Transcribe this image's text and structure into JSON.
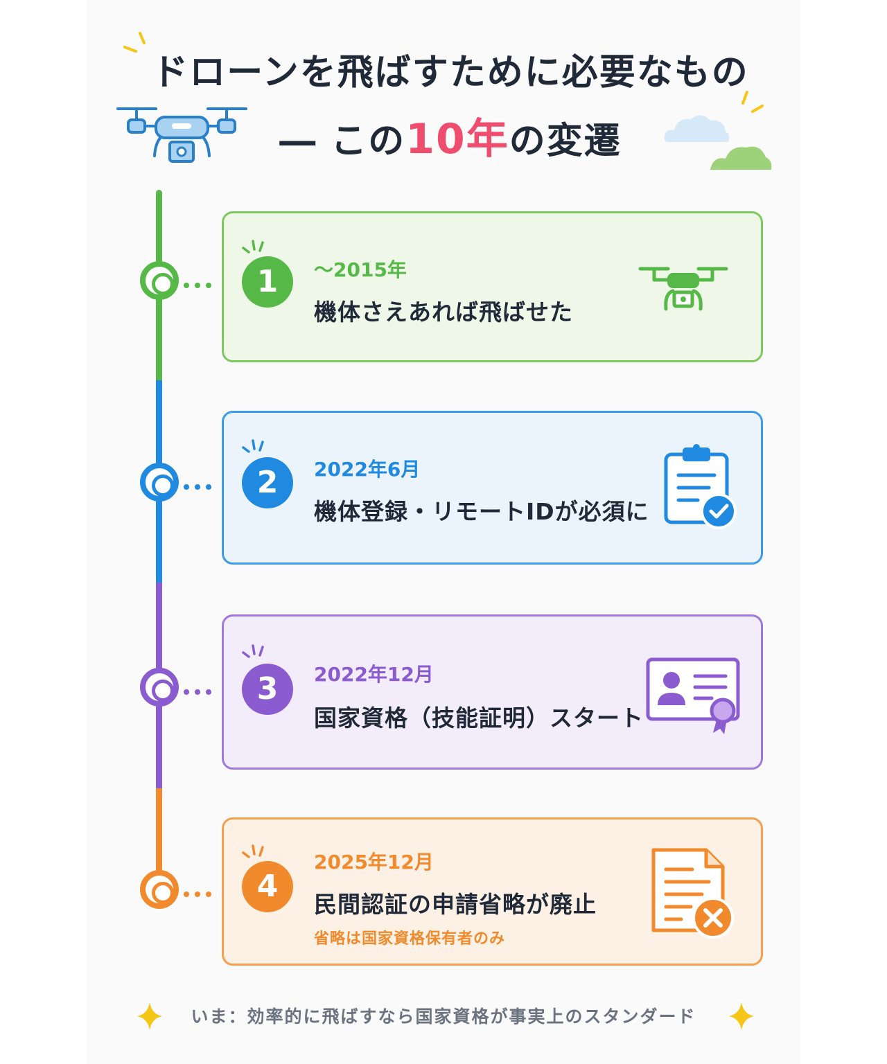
{
  "header": {
    "title_line1": "ドローンを飛ばすために必要なもの",
    "title_prefix": "― この",
    "title_accent": "10年",
    "title_suffix": "の変遷"
  },
  "colors": {
    "green": "#56b947",
    "blue": "#1f8ae0",
    "purple": "#8b5bd0",
    "orange": "#f08a2c",
    "accent_red": "#ef4d6e"
  },
  "timeline": [
    {
      "number": "1",
      "date": "～2015年",
      "description": "機体さえあれば飛ばせた",
      "icon": "drone-icon"
    },
    {
      "number": "2",
      "date": "2022年6月",
      "description": "機体登録・リモートIDが必須に",
      "icon": "clipboard-check-icon"
    },
    {
      "number": "3",
      "date": "2022年12月",
      "description": "国家資格（技能証明）スタート",
      "icon": "license-card-icon"
    },
    {
      "number": "4",
      "date": "2025年12月",
      "description": "民間認証の申請省略が廃止",
      "note": "省略は国家資格保有者のみ",
      "icon": "document-cancel-icon"
    }
  ],
  "footer": {
    "text": "いま：効率的に飛ばすなら国家資格が事実上のスタンダード"
  }
}
